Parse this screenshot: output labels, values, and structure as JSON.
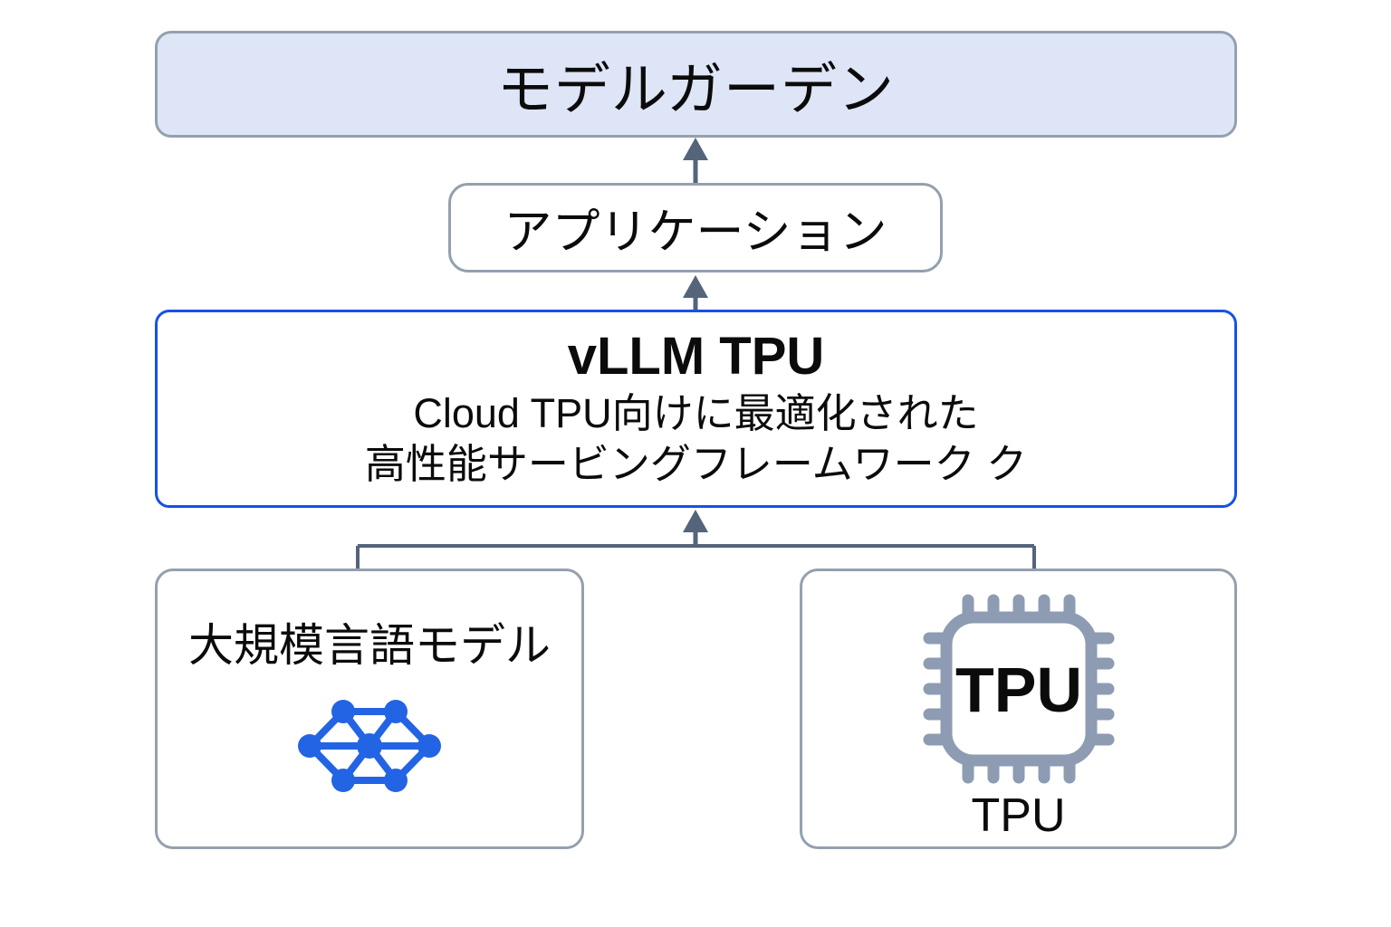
{
  "diagram": {
    "model_garden": {
      "label": "モデルガーデン"
    },
    "application": {
      "label": "アプリケーション"
    },
    "vllm": {
      "title": "vLLM TPU",
      "subtitle_line1": "Cloud TPU向けに最適化された",
      "subtitle_line2": "高性能サービングフレームワーク ク"
    },
    "llm": {
      "label": "大規模言語モデル"
    },
    "tpu": {
      "chip_text": "TPU",
      "label": "TPU"
    }
  },
  "icons": {
    "network": "network-graph-icon",
    "chip": "tpu-chip-icon"
  },
  "colors": {
    "top_box_fill": "#dde5f6",
    "gray_border": "#94a0af",
    "blue_border": "#1551e6",
    "connector": "#54647a",
    "icon_blue": "#2264e4",
    "chip_gray": "#8d9cb2",
    "text_color": "#0b0b0b"
  }
}
